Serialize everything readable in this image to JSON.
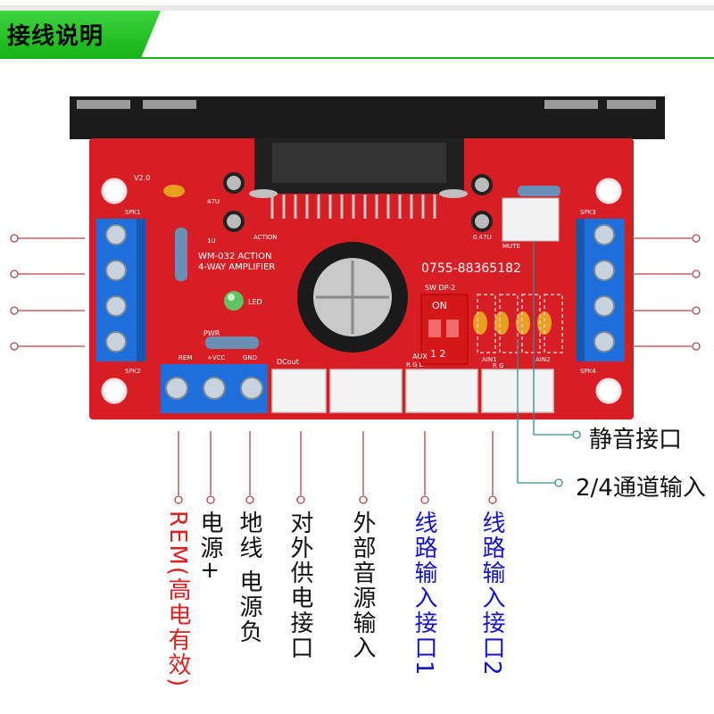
{
  "header": {
    "title": "接线说明"
  },
  "board": {
    "model": "WM-032 ACTION",
    "subtitle": "4-WAY AMPLIFIER",
    "phone": "0755-88365182",
    "switch_label": "SW DP-2",
    "switch_on": "ON",
    "switch_nums": "1 2",
    "version": "V2.0",
    "led": "LED",
    "mute": "MUTE",
    "pins_pwr": "PWR",
    "pins_rem": "REM",
    "pins_vcc": "+VCC",
    "pins_gnd": "GND",
    "dcout": "DCout",
    "aux": "AUX",
    "aux_pins": "R G L",
    "ain1": "AIN1",
    "ain2": "AIN2",
    "spk1": "SPK1",
    "spk2": "SPK2",
    "spk3": "SPK3",
    "spk4": "SPK4",
    "cap_47": "47U",
    "cap_1u": "1U",
    "cap_047": "0.47U",
    "action": "ACTION",
    "rg": "R   G"
  },
  "labels": {
    "mute_port": "静音接口",
    "channel_input": "2/4通道输入",
    "rem": "REM(高电有效)",
    "power_plus": "电源+",
    "ground": "地线  电源负",
    "dc_out": "对外供电接口",
    "ext_audio": "外部音源输入",
    "line_in1": "线路输入接口1",
    "line_in2": "线路输入接口2"
  },
  "colors": {
    "accent_green": "#17b317",
    "board_red": "#d81e25",
    "terminal_blue": "#1e6fd9",
    "leader_line": "#b04848",
    "label_red": "#e02020",
    "label_blue": "#1515c8"
  }
}
